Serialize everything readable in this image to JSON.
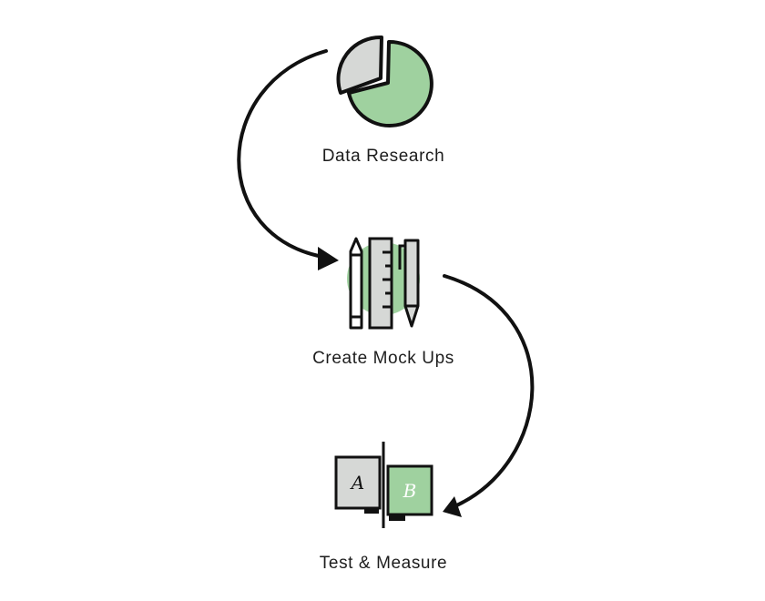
{
  "steps": [
    {
      "label": "Data Research",
      "icon": "pie-chart-icon"
    },
    {
      "label": "Create Mock Ups",
      "icon": "design-tools-icon"
    },
    {
      "label": "Test & Measure",
      "icon": "ab-test-monitors-icon"
    }
  ],
  "ab_test": {
    "variant_a": "A",
    "variant_b": "B"
  },
  "colors": {
    "stroke": "#111111",
    "green": "#9fd19f",
    "gray": "#d6d8d6",
    "text": "#1d1d1d",
    "background": "#ffffff"
  }
}
